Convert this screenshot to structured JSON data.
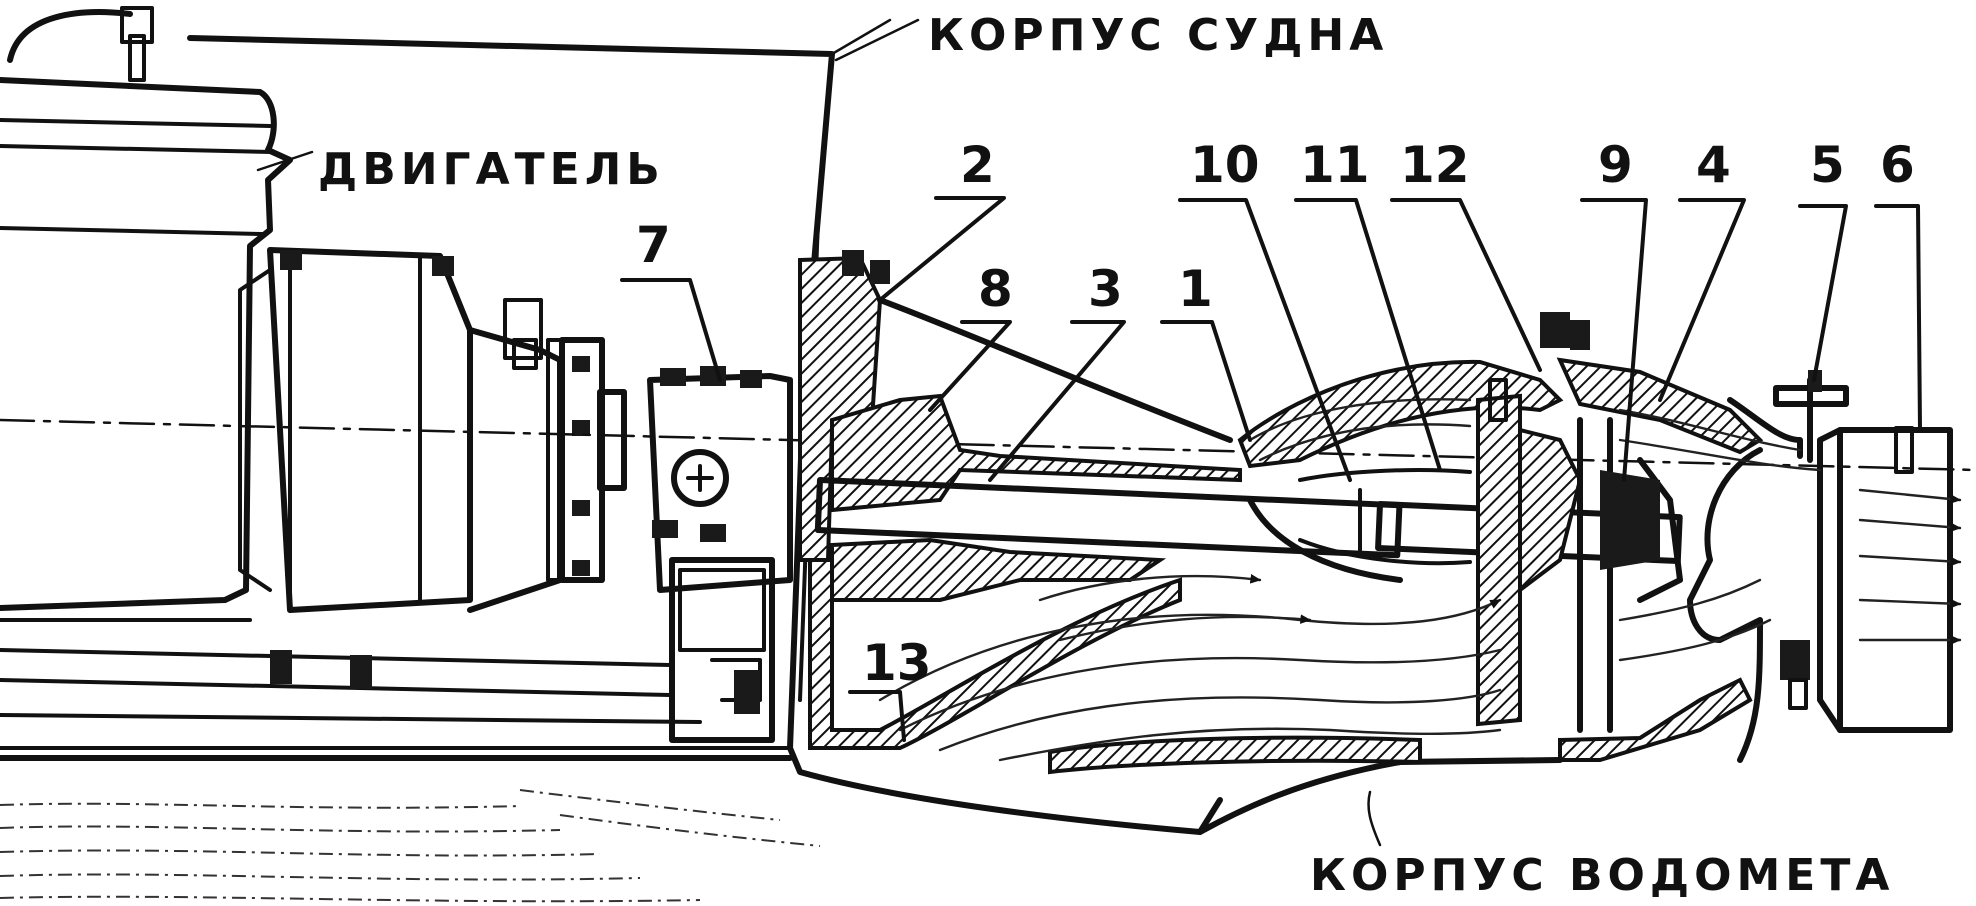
{
  "labels": {
    "hull": "КОРПУС СУДНА",
    "engine": "ДВИГАТЕЛЬ",
    "jet_housing": "КОРПУС ВОДОМЕТА"
  },
  "callouts": [
    "1",
    "2",
    "3",
    "4",
    "5",
    "6",
    "7",
    "8",
    "9",
    "10",
    "11",
    "12",
    "13"
  ],
  "colors": {
    "ink": "#111111",
    "paper": "#ffffff"
  }
}
